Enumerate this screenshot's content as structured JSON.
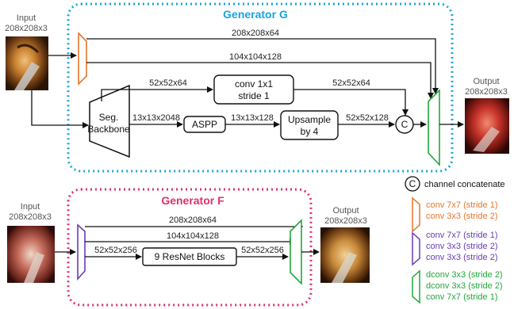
{
  "generator_g": {
    "title": "Generator G",
    "input": {
      "label": "Input",
      "size": "208x208x3"
    },
    "output": {
      "label": "Output",
      "size": "208x208x3"
    },
    "skip_top": "208x208x64",
    "skip_mid": "104x104x128",
    "branch_left": "52x52x64",
    "branch_right": "52x52x64",
    "conv_box": {
      "line1": "conv 1x1",
      "line2": "stride 1"
    },
    "backbone": {
      "line1": "Seg.",
      "line2": "Backbone"
    },
    "backbone_out": "13x13x2048",
    "aspp": "ASPP",
    "aspp_out": "13x13x128",
    "upsample": {
      "line1": "Upsample",
      "line2": "by 4"
    },
    "upsample_out": "52x52x128",
    "concat_symbol": "C"
  },
  "generator_f": {
    "title": "Generator F",
    "input": {
      "label": "Input",
      "size": "208x208x3"
    },
    "output": {
      "label": "Output",
      "size": "208x208x3"
    },
    "skip_top": "208x208x64",
    "skip_mid": "104x104x128",
    "in_feat": "52x52x256",
    "resnet": "9 ResNet Blocks",
    "out_feat": "52x52x256"
  },
  "legend": {
    "concat": {
      "symbol": "C",
      "label": "channel concatenate"
    },
    "orange": {
      "line1": "conv 7x7 (stride 1)",
      "line2": "conv 3x3 (stride 2)",
      "color": "#e8762b"
    },
    "purple": {
      "line1": "conv 7x7 (stride 1)",
      "line2": "conv 3x3 (stride 2)",
      "line3": "conv 3x3 (stride 2)",
      "color": "#6a3bb5"
    },
    "green": {
      "line1": "dconv 3x3 (stride 2)",
      "line2": "dconv 3x3 (stride 2)",
      "line3": "conv 7x7 (stride 1)",
      "color": "#22a83a"
    }
  },
  "colors": {
    "generator_g_border": "#1aa3dc",
    "generator_f_border": "#e0306e"
  }
}
